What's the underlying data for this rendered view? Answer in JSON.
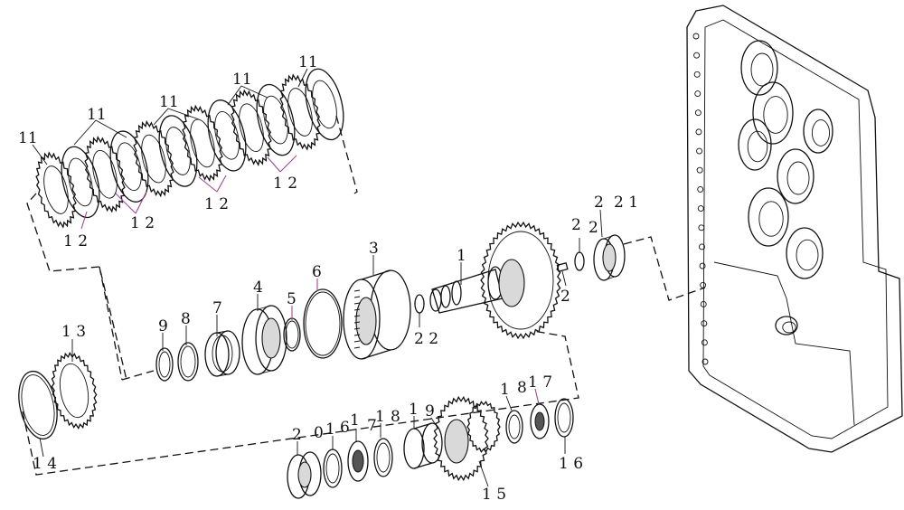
{
  "callouts": {
    "clutch_pack": [
      "11",
      "11",
      "11",
      "11",
      "11"
    ],
    "clutch_plate_labels": [
      "1 2",
      "1 2",
      "1 2",
      "1 2"
    ],
    "upper_row": {
      "part_13": "1 3",
      "part_14": "1 4",
      "part_9": "9",
      "part_8": "8",
      "part_7": "7",
      "part_4": "4",
      "part_5": "5",
      "part_6": "6",
      "part_3": "3",
      "part_1": "1",
      "part_22a": "2 2",
      "part_22b": "2",
      "part_22c": "2",
      "part_22d": "2",
      "part_21": "2 1",
      "part_2": "2"
    },
    "lower_row": {
      "part_2": "2",
      "part_20": "0",
      "part_1": "1",
      "part_16a": "6",
      "part_1b": "1",
      "part_7": "7",
      "part_1c": "1",
      "part_8": "8",
      "part_1d": "1",
      "part_9": "9",
      "part_15": "1 5",
      "part_1e": "1",
      "part_18": "8",
      "part_17": "1 7",
      "part_16": "1 6"
    }
  }
}
